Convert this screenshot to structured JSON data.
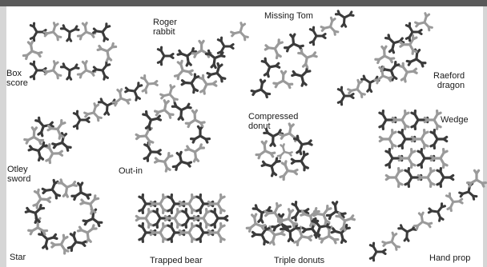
{
  "figure": {
    "background": "#ffffff",
    "shape_colors": {
      "dark": "#3b3b3b",
      "light": "#9a9a9a"
    },
    "items": [
      {
        "label": "Box\nscore"
      },
      {
        "label": "Roger\nrabbit"
      },
      {
        "label": "Missing Tom"
      },
      {
        "label": "Raeford\ndragon"
      },
      {
        "label": "Compressed\ndonut"
      },
      {
        "label": "Wedge"
      },
      {
        "label": "Otley\nsword"
      },
      {
        "label": "Out-in"
      },
      {
        "label": "Star"
      },
      {
        "label": "Trapped bear"
      },
      {
        "label": "Triple donuts"
      },
      {
        "label": "Hand prop"
      }
    ]
  }
}
